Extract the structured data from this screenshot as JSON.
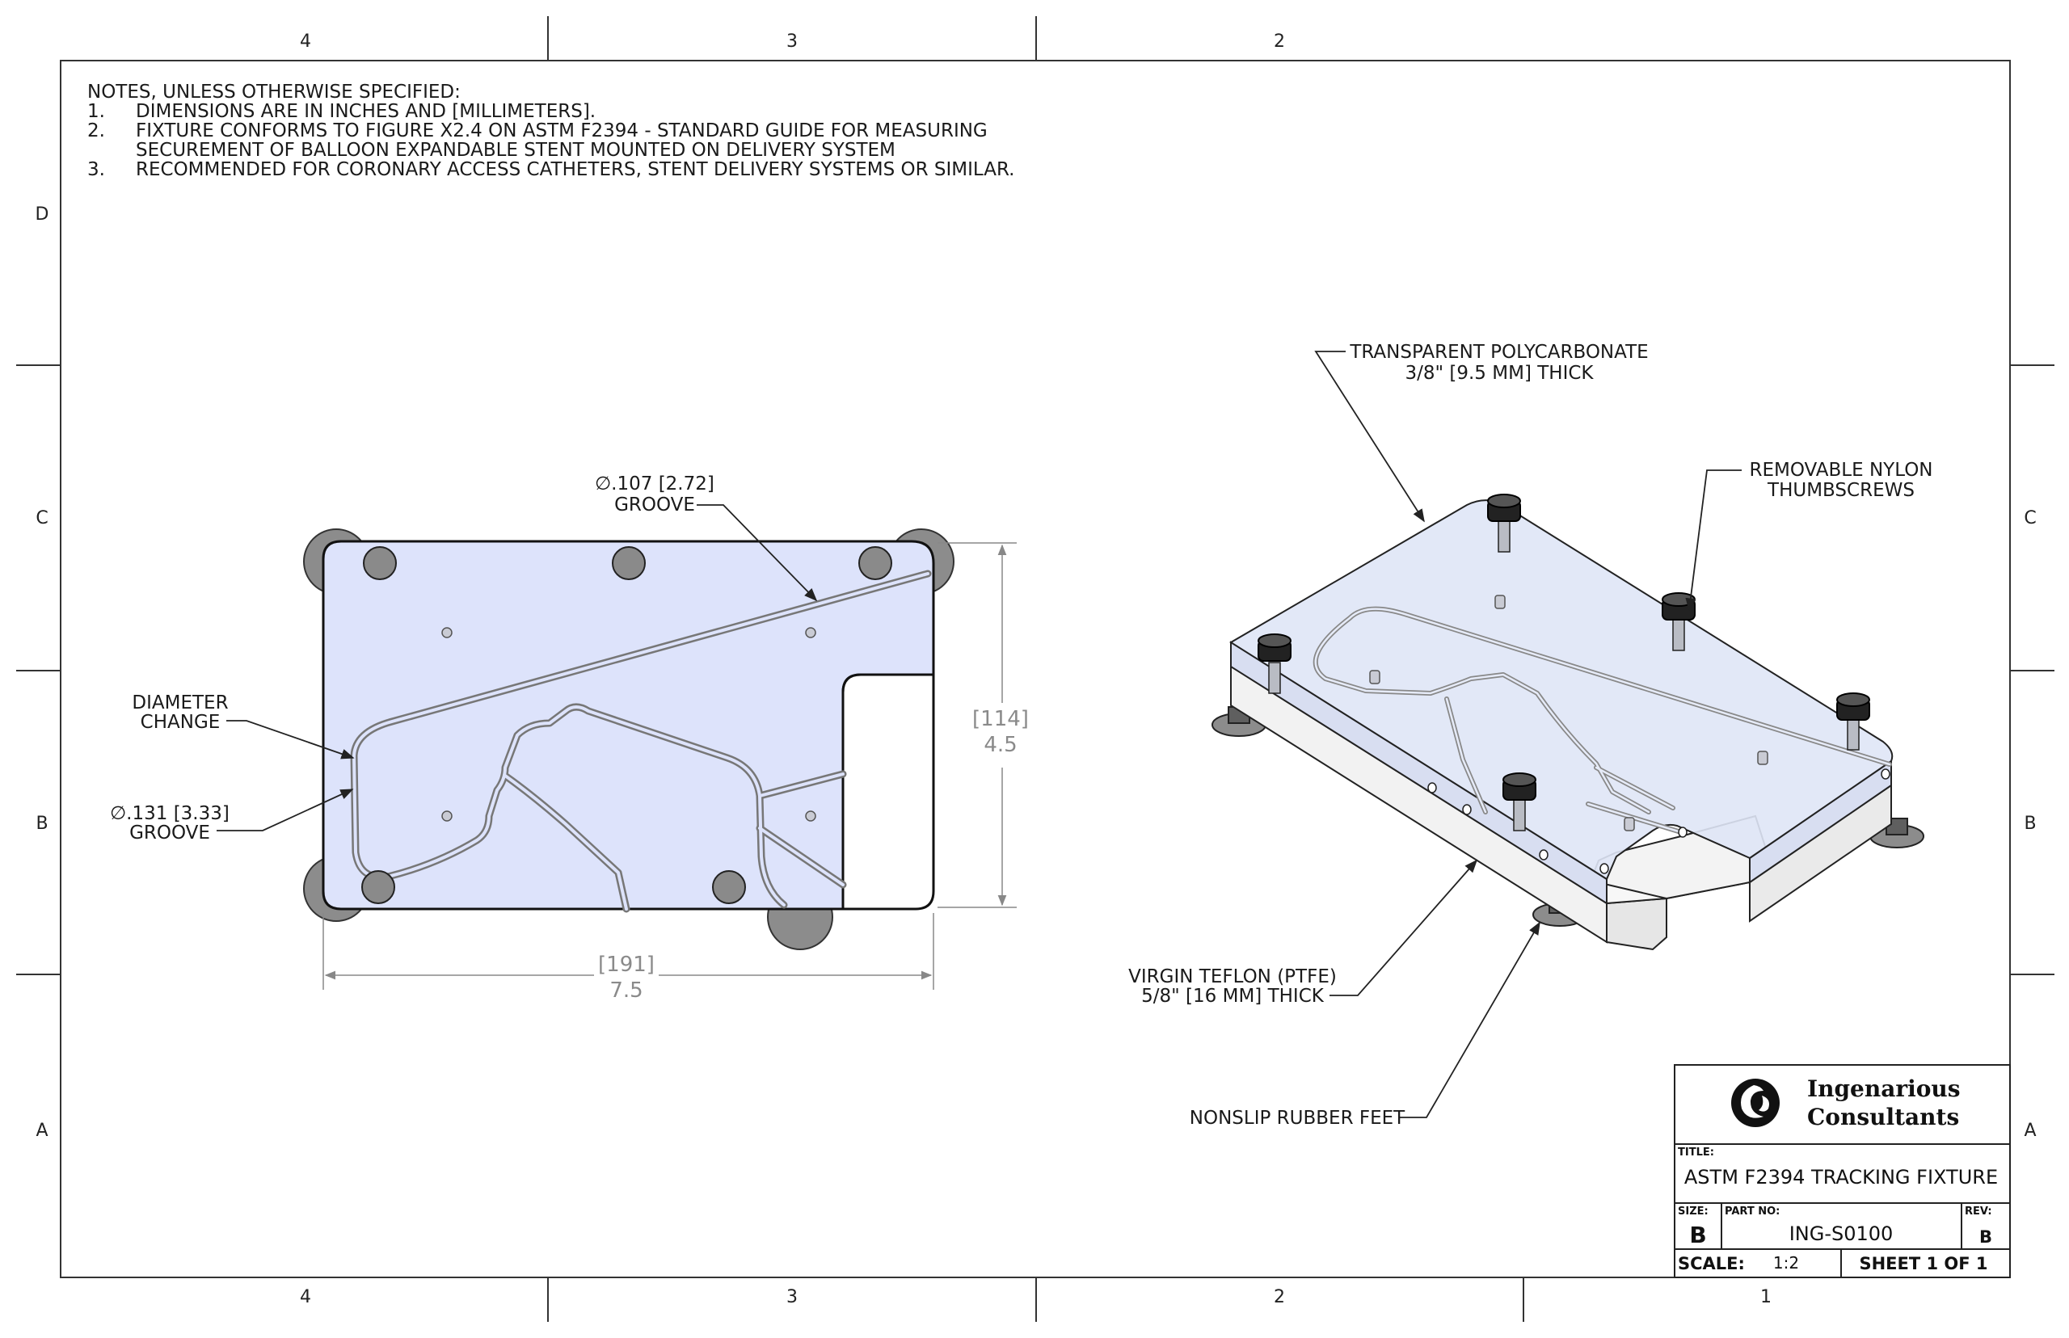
{
  "zones": {
    "top": [
      "4",
      "3",
      "2"
    ],
    "bottom": [
      "4",
      "3",
      "2",
      "1"
    ],
    "left": [
      "D",
      "C",
      "B",
      "A"
    ],
    "right": [
      "C",
      "B",
      "A"
    ]
  },
  "notes": {
    "heading": "NOTES, UNLESS OTHERWISE SPECIFIED:",
    "items": [
      {
        "num": "1.",
        "lines": [
          "DIMENSIONS ARE IN INCHES AND [MILLIMETERS]."
        ]
      },
      {
        "num": "2.",
        "lines": [
          "FIXTURE CONFORMS TO FIGURE X2.4 ON ASTM F2394 - STANDARD GUIDE FOR MEASURING",
          "SECUREMENT OF BALLOON EXPANDABLE STENT MOUNTED ON DELIVERY SYSTEM"
        ]
      },
      {
        "num": "3.",
        "lines": [
          "RECOMMENDED FOR CORONARY ACCESS CATHETERS, STENT DELIVERY SYSTEMS OR SIMILAR."
        ]
      }
    ]
  },
  "top_view": {
    "groove_small": {
      "dia": "∅.107 [2.72]",
      "label": "GROOVE"
    },
    "diameter_change": [
      "DIAMETER",
      "CHANGE"
    ],
    "groove_large": {
      "dia": "∅.131 [3.33]",
      "label": "GROOVE"
    },
    "height_dim": {
      "mm": "[114]",
      "in": "4.5"
    },
    "width_dim": {
      "mm": "[191]",
      "in": "7.5"
    }
  },
  "iso_view": {
    "polycarbonate": [
      "TRANSPARENT POLYCARBONATE",
      "3/8\" [9.5 MM] THICK"
    ],
    "thumbscrews": [
      "REMOVABLE NYLON",
      "THUMBSCREWS"
    ],
    "teflon": [
      "VIRGIN TEFLON (PTFE)",
      "5/8\" [16 MM] THICK"
    ],
    "feet": "NONSLIP RUBBER FEET"
  },
  "title_block": {
    "company": [
      "Ingenarious",
      "Consultants"
    ],
    "title_label": "TITLE:",
    "title": "ASTM F2394 TRACKING FIXTURE",
    "size_label": "SIZE:",
    "size": "B",
    "part_label": "PART NO:",
    "part_no": "ING-S0100",
    "rev_label": "REV:",
    "rev": "B",
    "scale_label": "SCALE:",
    "scale": "1:2",
    "sheet": "SHEET 1 OF 1"
  },
  "colors": {
    "plate_fill": "#dde3fb",
    "iso_plate_fill": "#dfe6f6",
    "teflon_fill": "#f2f2f2",
    "foot_fill": "#8c8c8c"
  }
}
